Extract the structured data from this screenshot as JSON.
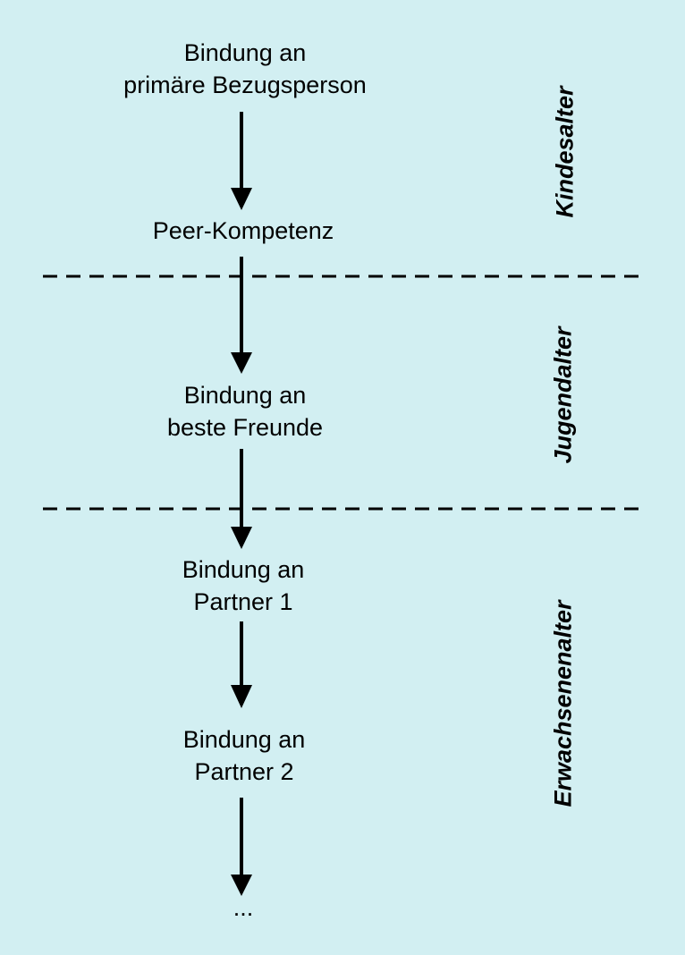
{
  "nodes": [
    {
      "lines": [
        "Bindung an",
        "primäre Bezugsperson"
      ]
    },
    {
      "lines": [
        "Peer-Kompetenz"
      ]
    },
    {
      "lines": [
        "Bindung an",
        "beste Freunde"
      ]
    },
    {
      "lines": [
        "Bindung an",
        "Partner 1"
      ]
    },
    {
      "lines": [
        "Bindung an",
        "Partner 2"
      ]
    },
    {
      "lines": [
        "..."
      ]
    }
  ],
  "phases": {
    "childhood": "Kindesalter",
    "youth": "Jugendalter",
    "adulthood": "Erwachsenenalter"
  },
  "colors": {
    "background": "#d2eff2",
    "lines": "#000000"
  }
}
